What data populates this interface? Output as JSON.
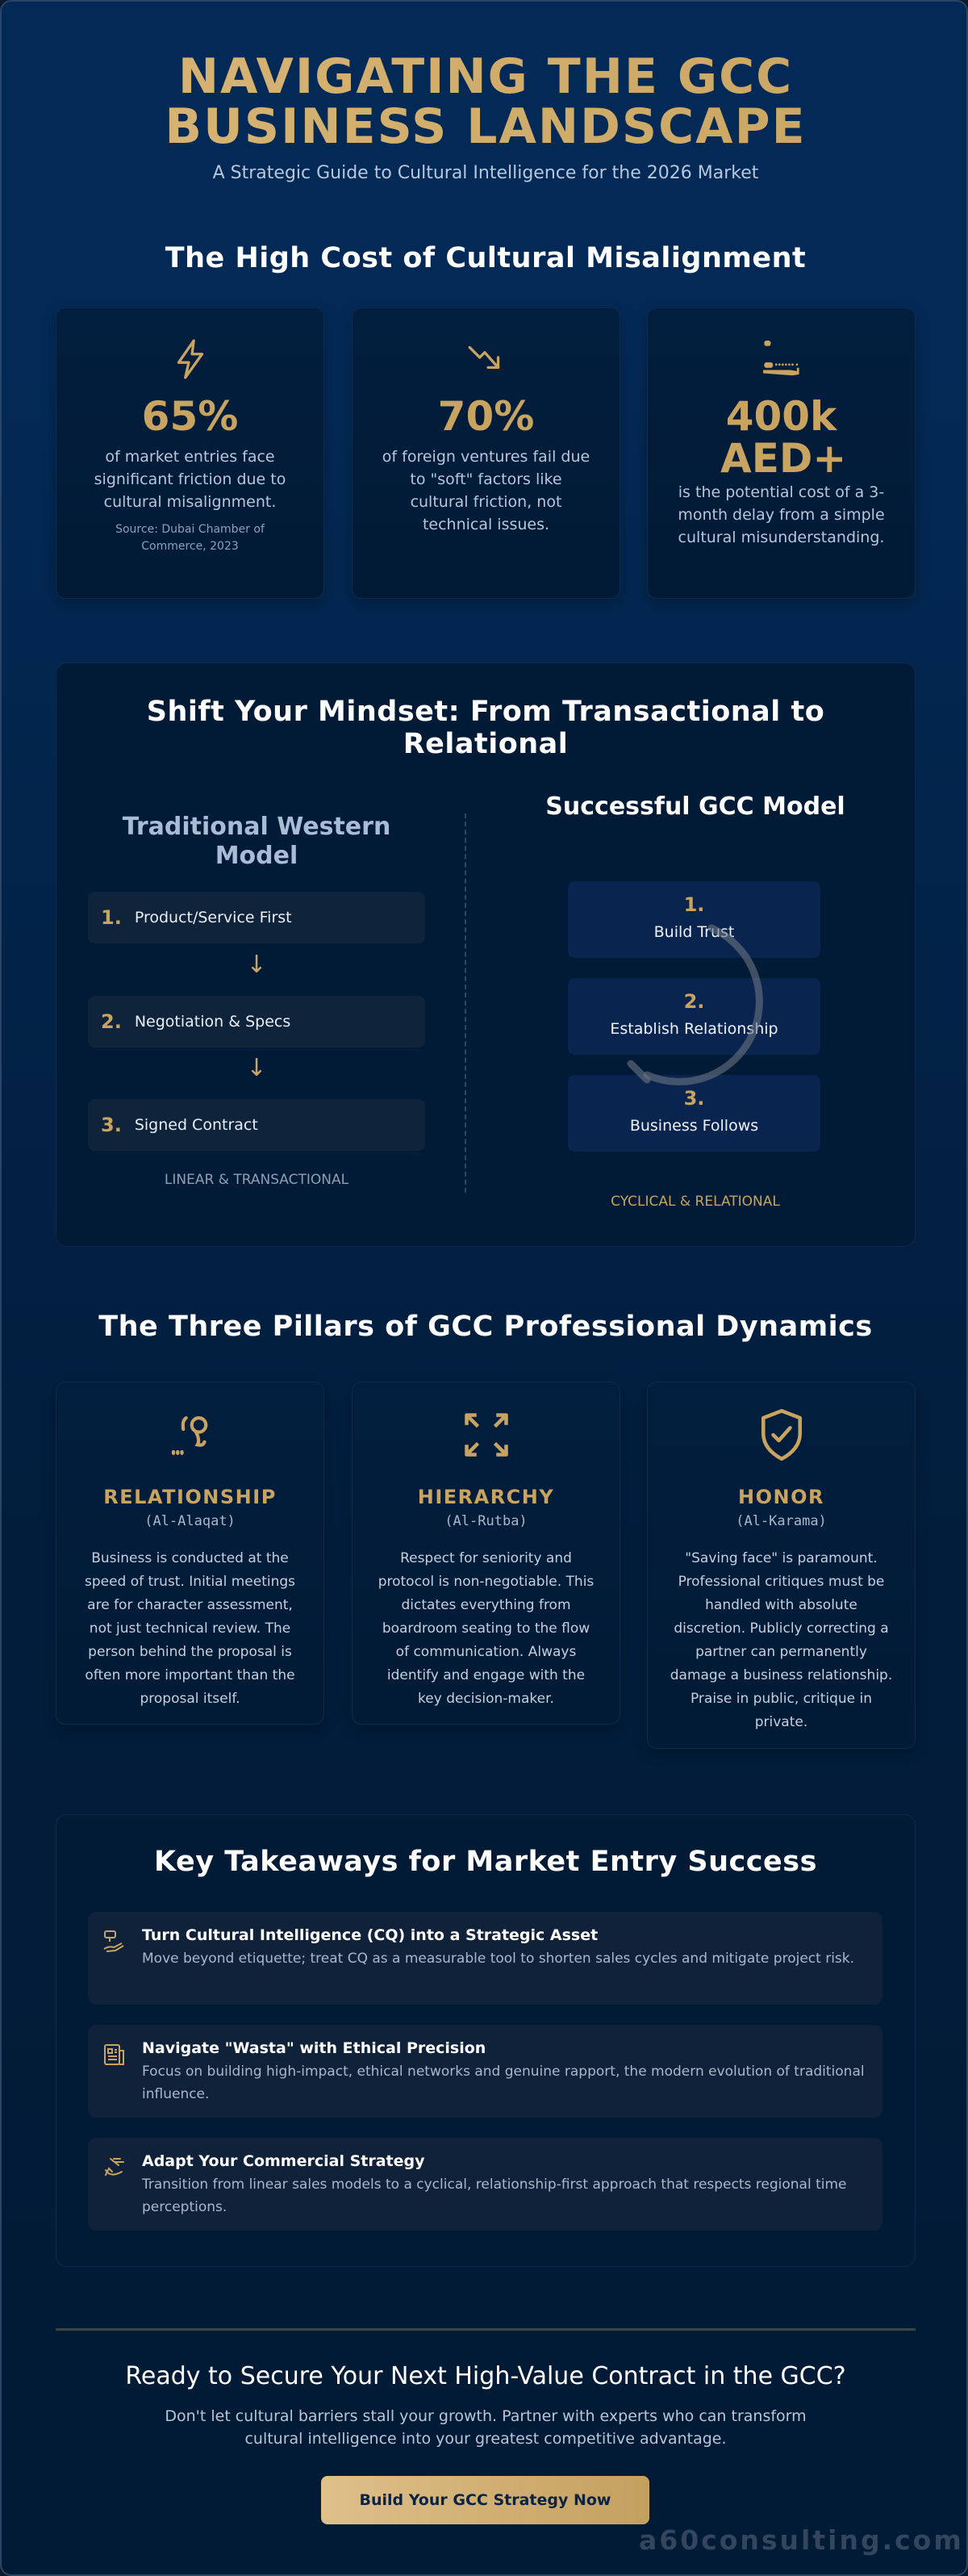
{
  "header": {
    "title_line1": "NAVIGATING THE GCC",
    "title_line2": "BUSINESS LANDSCAPE",
    "subtitle": "A Strategic Guide to Cultural Intelligence for the 2026 Market"
  },
  "colors": {
    "accent_gold": "#c9a461",
    "background_navy": "#011a35",
    "card": "#0f223a"
  },
  "cost": {
    "heading": "The High Cost of Cultural Misalignment",
    "stats": [
      {
        "icon": "lightning-icon",
        "value": "65%",
        "desc": "of market entries face significant friction due to cultural misalignment.",
        "source": "Source: Dubai Chamber of Commerce, 2023"
      },
      {
        "icon": "trending-down-icon",
        "value": "70%",
        "desc": "of foreign ventures fail due to \"soft\" factors like cultural friction, not technical issues."
      },
      {
        "icon": "money-hand-icon",
        "value": "400k AED+",
        "desc": "is the potential cost of a 3-month delay from a simple cultural misunderstanding."
      }
    ]
  },
  "mindset": {
    "heading": "Shift Your Mindset: From Transactional to Relational",
    "western": {
      "heading": "Traditional Western Model",
      "steps": [
        {
          "num": "1.",
          "label": "Product/Service First"
        },
        {
          "num": "2.",
          "label": "Negotiation & Specs"
        },
        {
          "num": "3.",
          "label": "Signed Contract"
        }
      ],
      "caption": "LINEAR & TRANSACTIONAL"
    },
    "gcc": {
      "heading": "Successful GCC Model",
      "steps": [
        {
          "num": "1.",
          "label": "Build Trust"
        },
        {
          "num": "2.",
          "label": "Establish Relationship"
        },
        {
          "num": "3.",
          "label": "Business Follows"
        }
      ],
      "caption": "CYCLICAL & RELATIONAL"
    }
  },
  "pillars": {
    "heading": "The Three Pillars of GCC Professional Dynamics",
    "items": [
      {
        "icon": "relationship-icon",
        "name": "RELATIONSHIP",
        "arabic": "(Al-Alaqat)",
        "body": "Business is conducted at the speed of trust. Initial meetings are for character assessment, not just technical review. The person behind the proposal is often more important than the proposal itself."
      },
      {
        "icon": "hierarchy-arrows-icon",
        "name": "HIERARCHY",
        "arabic": "(Al-Rutba)",
        "body": "Respect for seniority and protocol is non-negotiable. This dictates everything from boardroom seating to the flow of communication. Always identify and engage with the key decision-maker."
      },
      {
        "icon": "shield-check-icon",
        "name": "HONOR",
        "arabic": "(Al-Karama)",
        "body": "\"Saving face\" is paramount. Professional critiques must be handled with absolute discretion. Publicly correcting a partner can permanently damage a business relationship. Praise in public, critique in private."
      }
    ]
  },
  "takeaways": {
    "heading": "Key Takeaways for Market Entry Success",
    "items": [
      {
        "icon": "strategy-hand-icon",
        "title": "Turn Cultural Intelligence (CQ) into a Strategic Asset",
        "desc": "Move beyond etiquette; treat CQ as a measurable tool to shorten sales cycles and mitigate project risk."
      },
      {
        "icon": "newspaper-icon",
        "title": "Navigate \"Wasta\" with Ethical Precision",
        "desc": "Focus on building high-impact, ethical networks and genuine rapport, the modern evolution of traditional influence."
      },
      {
        "icon": "adapt-icon",
        "title": "Adapt Your Commercial Strategy",
        "desc": "Transition from linear sales models to a cyclical, relationship-first approach that respects regional time perceptions."
      }
    ]
  },
  "cta": {
    "heading": "Ready to Secure Your Next High-Value Contract in the GCC?",
    "body": "Don't let cultural barriers stall your growth. Partner with experts who can transform cultural intelligence into your greatest competitive advantage.",
    "button": "Build Your GCC Strategy Now"
  },
  "watermark": "a60consulting.com"
}
